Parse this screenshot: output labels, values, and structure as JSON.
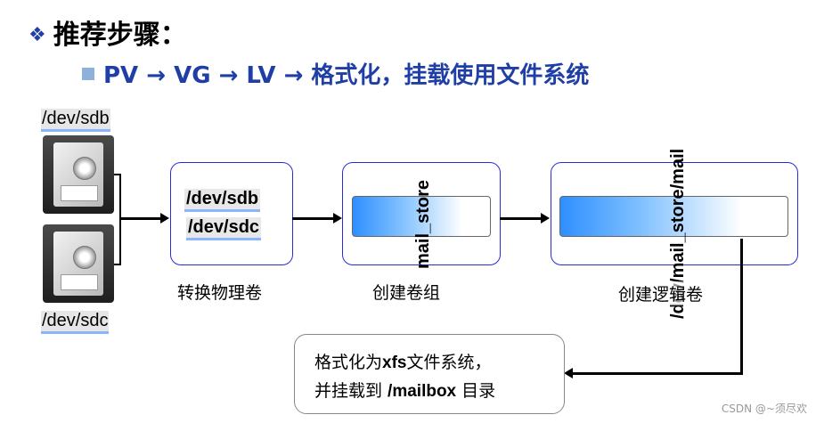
{
  "title": {
    "bullet": "❖",
    "text": "推荐步骤："
  },
  "subtitle": "PV → VG → LV → 格式化，挂载使用文件系统",
  "disks": {
    "top_label": "/dev/sdb",
    "bottom_label": "/dev/sdc"
  },
  "pv_box": {
    "line1": "/dev/sdb",
    "line2": "/dev/sdc",
    "caption": "转换物理卷"
  },
  "vg_box": {
    "vertical_label": "mail_store",
    "caption": "创建卷组"
  },
  "lv_box": {
    "vertical_label": "/dev/mail_store/mail",
    "caption": "创建逻辑卷"
  },
  "note": {
    "line1_pre": "格式化为",
    "line1_bold": "xfs",
    "line1_post": "文件系统，",
    "line2_pre": "并挂载到 ",
    "line2_bold": "/mailbox",
    "line2_post": " 目录"
  },
  "watermark": "CSDN @~须尽欢",
  "colors": {
    "title_bullet": "#1f3fa6",
    "box_border": "#2b2bd6",
    "bar_gradient_start": "#2e8fff"
  }
}
